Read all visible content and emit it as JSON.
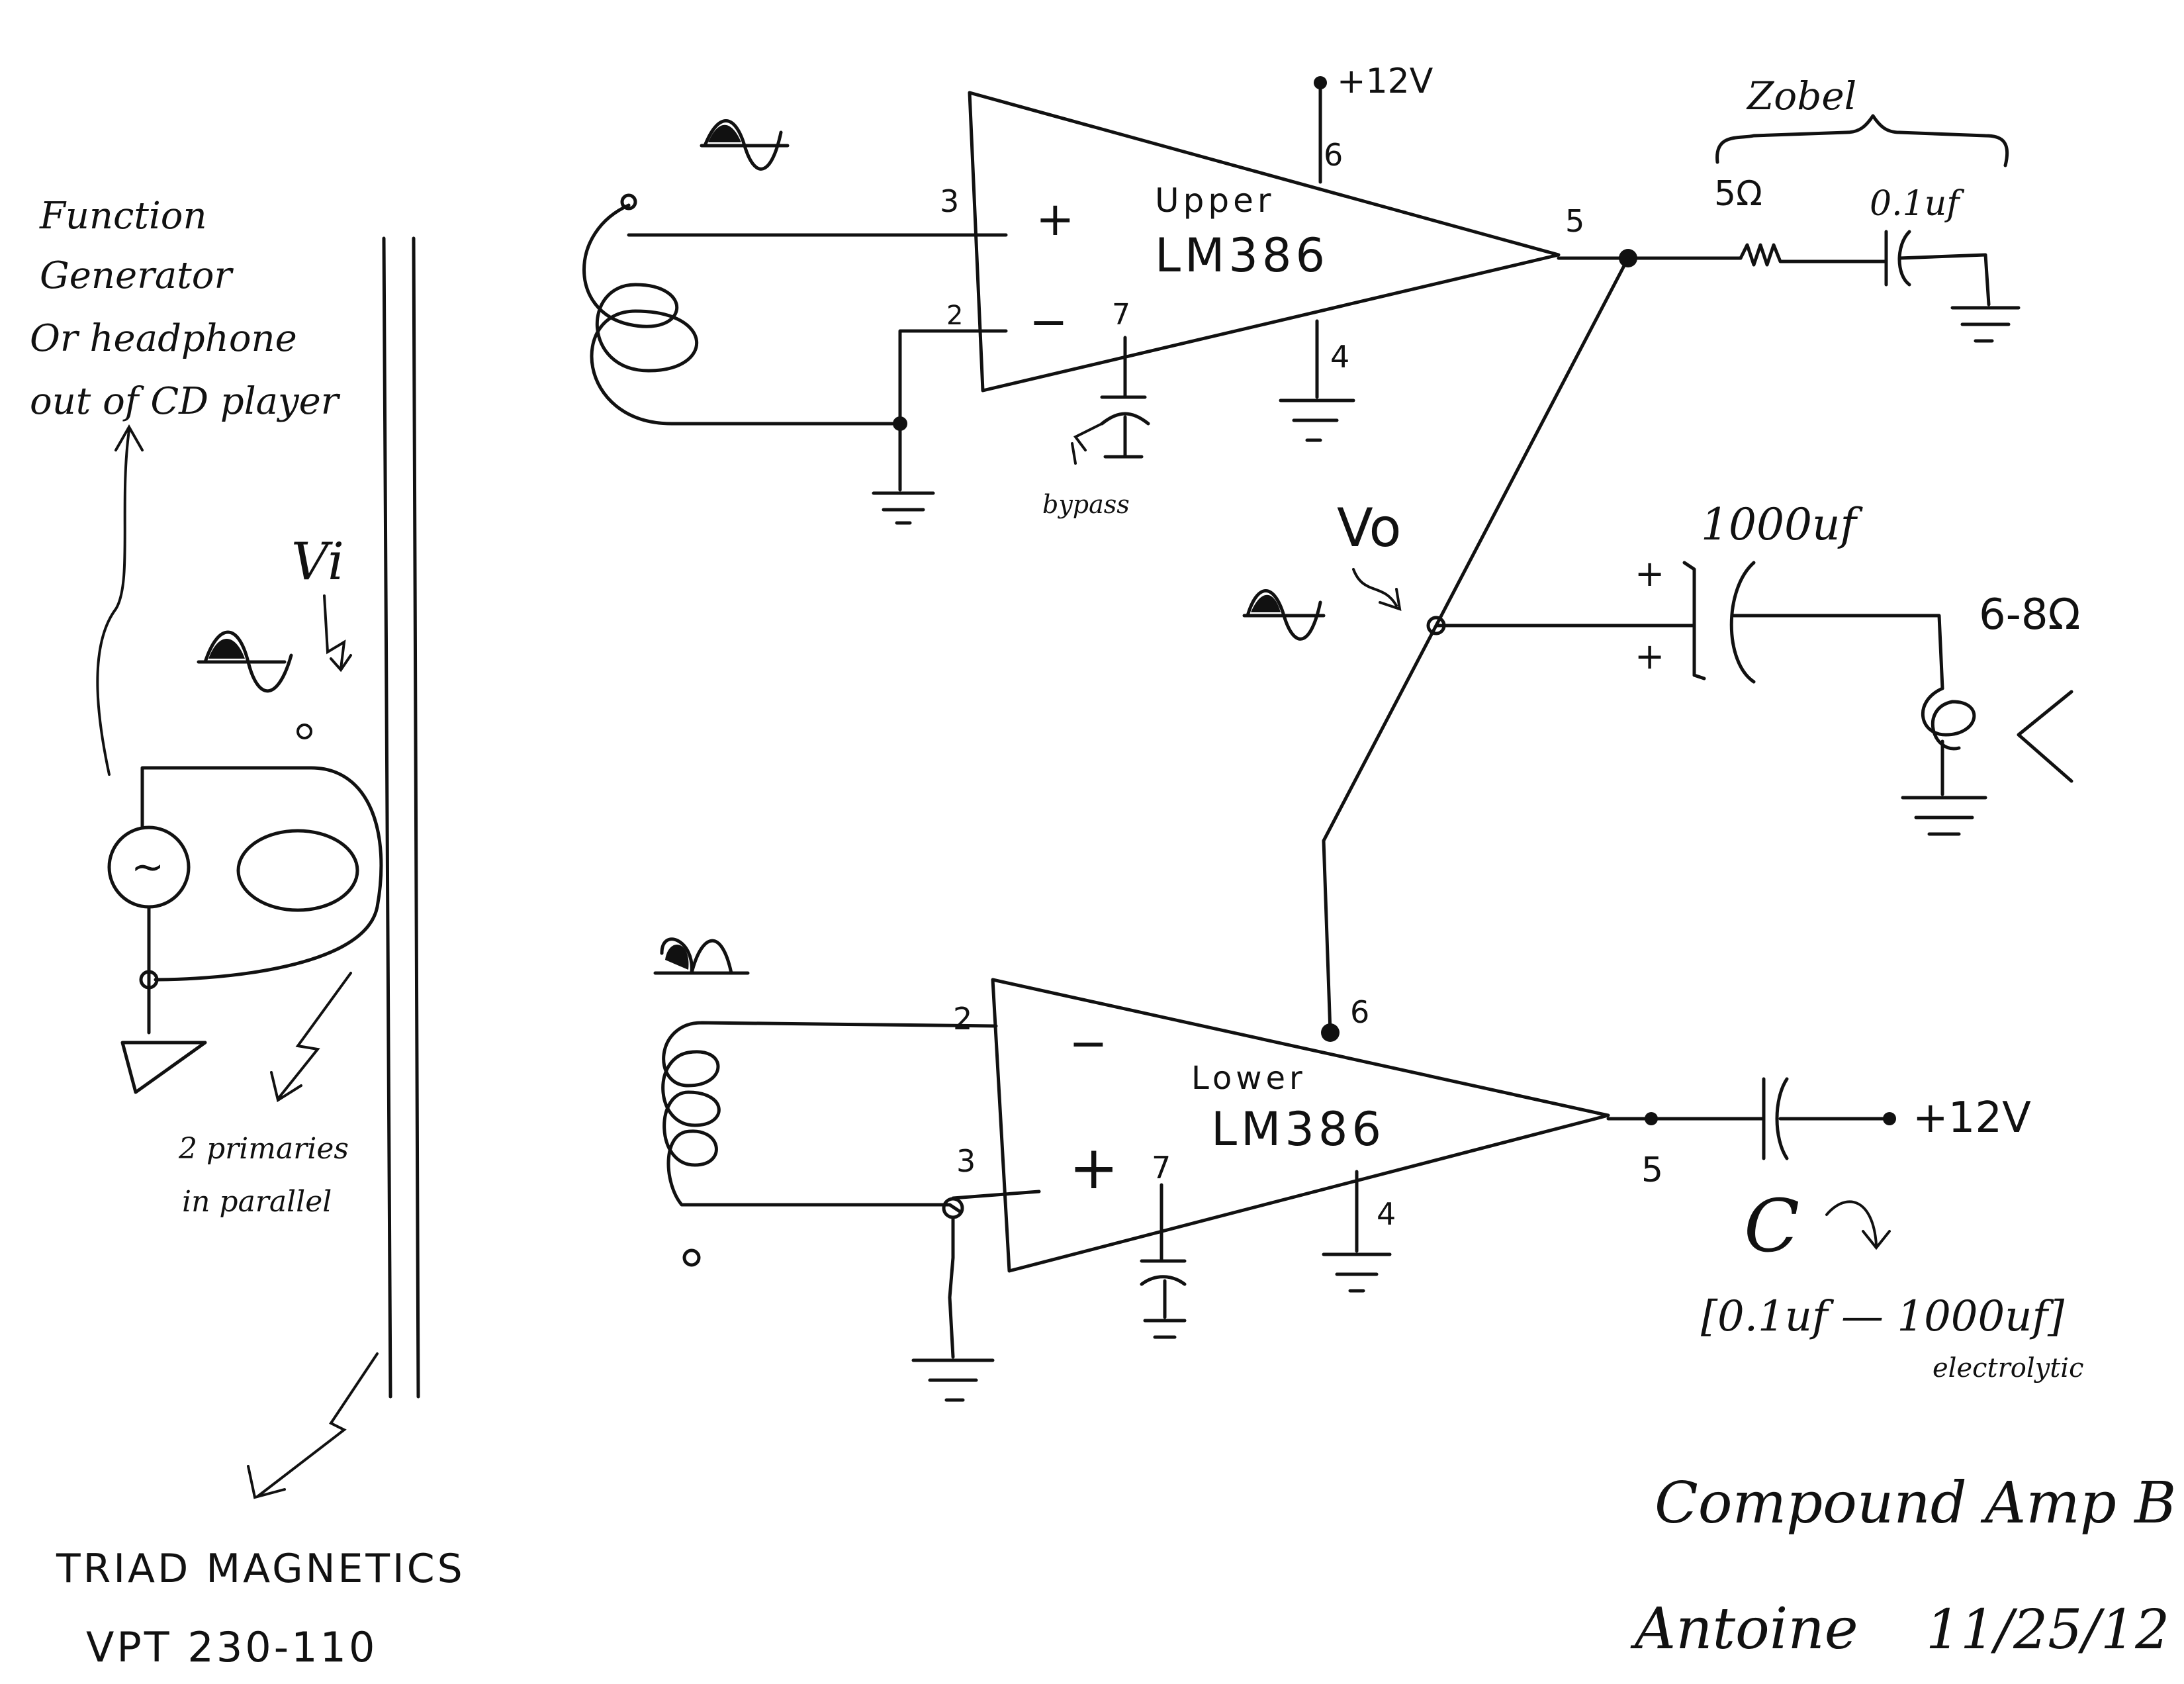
{
  "left_panel": {
    "source_note": [
      "Function",
      "Generator",
      "Or headphone",
      "out of CD player"
    ],
    "vi_label": "Vi",
    "primaries_note": [
      "2 primaries",
      "in parallel"
    ],
    "transformer_label": [
      "TRIAD MAGNETICS",
      "VPT 230-110"
    ],
    "source_symbol": "~"
  },
  "upper_amp": {
    "name": [
      "Upper",
      "LM386"
    ],
    "pins": {
      "plus_input": "3",
      "minus_input": "2",
      "bypass": "7",
      "supply": "6",
      "ground": "4",
      "output": "5"
    },
    "plus_sign": "+",
    "minus_sign": "−",
    "supply_label": "+12V",
    "bypass_note": "bypass"
  },
  "zobel": {
    "title": "Zobel",
    "resistor": "5Ω",
    "capacitor": "0.1uf"
  },
  "output": {
    "vo_label": "Vo",
    "capacitor": "1000uf",
    "cap_plus_top": "+",
    "cap_plus_bottom": "+",
    "speaker": "6-8Ω"
  },
  "lower_amp": {
    "name": [
      "Lower",
      "LM386"
    ],
    "pins": {
      "minus_input": "2",
      "plus_input": "3",
      "bypass": "7",
      "supply": "6",
      "ground": "4",
      "output": "5"
    },
    "plus_sign": "+",
    "minus_sign": "−",
    "supply_label": "+12V"
  },
  "coupling_cap": {
    "symbol": "C",
    "range": "[0.1uf — 1000uf]",
    "type": "electrolytic"
  },
  "footer": {
    "title": "Compound Amp B",
    "author": "Antoine",
    "date": "11/25/12"
  }
}
